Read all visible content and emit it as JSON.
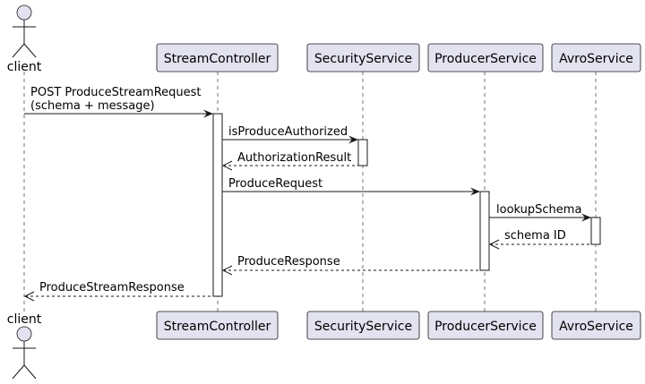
{
  "diagram": {
    "participants": [
      {
        "id": "client",
        "label": "client",
        "kind": "actor"
      },
      {
        "id": "stream",
        "label": "StreamController",
        "kind": "participant"
      },
      {
        "id": "security",
        "label": "SecurityService",
        "kind": "participant"
      },
      {
        "id": "producer",
        "label": "ProducerService",
        "kind": "participant"
      },
      {
        "id": "avro",
        "label": "AvroService",
        "kind": "participant"
      }
    ],
    "messages": [
      {
        "from": "client",
        "to": "stream",
        "label_lines": [
          "POST ProduceStreamRequest",
          "(schema + message)"
        ],
        "style": "solid"
      },
      {
        "from": "stream",
        "to": "security",
        "label_lines": [
          "isProduceAuthorized"
        ],
        "style": "solid"
      },
      {
        "from": "security",
        "to": "stream",
        "label_lines": [
          "AuthorizationResult"
        ],
        "style": "dashed"
      },
      {
        "from": "stream",
        "to": "producer",
        "label_lines": [
          "ProduceRequest"
        ],
        "style": "solid"
      },
      {
        "from": "producer",
        "to": "avro",
        "label_lines": [
          "lookupSchema"
        ],
        "style": "solid"
      },
      {
        "from": "avro",
        "to": "producer",
        "label_lines": [
          "schema ID"
        ],
        "style": "dashed"
      },
      {
        "from": "producer",
        "to": "stream",
        "label_lines": [
          "ProduceResponse"
        ],
        "style": "dashed"
      },
      {
        "from": "stream",
        "to": "client",
        "label_lines": [
          "ProduceStreamResponse"
        ],
        "style": "dashed"
      }
    ],
    "colors": {
      "box_fill": "#E2E2F0",
      "line": "#181818"
    }
  }
}
